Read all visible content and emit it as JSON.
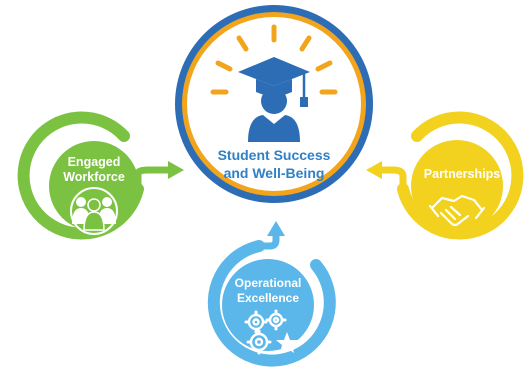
{
  "center": {
    "line1": "Student Success",
    "line2": "and Well-Being",
    "icon": "graduate-cap-icon",
    "colors": {
      "outer_ring": "#2d6db5",
      "inner_ring": "#f2a51c",
      "text": "#2f80c6"
    }
  },
  "nodes": [
    {
      "id": "engaged-workforce",
      "line1": "Engaged",
      "line2": "Workforce",
      "icon": "people-group-icon",
      "color": "#7cc242"
    },
    {
      "id": "partnerships",
      "line1": "Partnerships",
      "icon": "handshake-icon",
      "color": "#f2d21f"
    },
    {
      "id": "operational-excellence",
      "line1": "Operational",
      "line2": "Excellence",
      "icon": "gears-icon",
      "color": "#5bb7ea"
    }
  ],
  "edges": [
    {
      "from": "engaged-workforce",
      "to": "center"
    },
    {
      "from": "partnerships",
      "to": "center"
    },
    {
      "from": "operational-excellence",
      "to": "center"
    }
  ]
}
